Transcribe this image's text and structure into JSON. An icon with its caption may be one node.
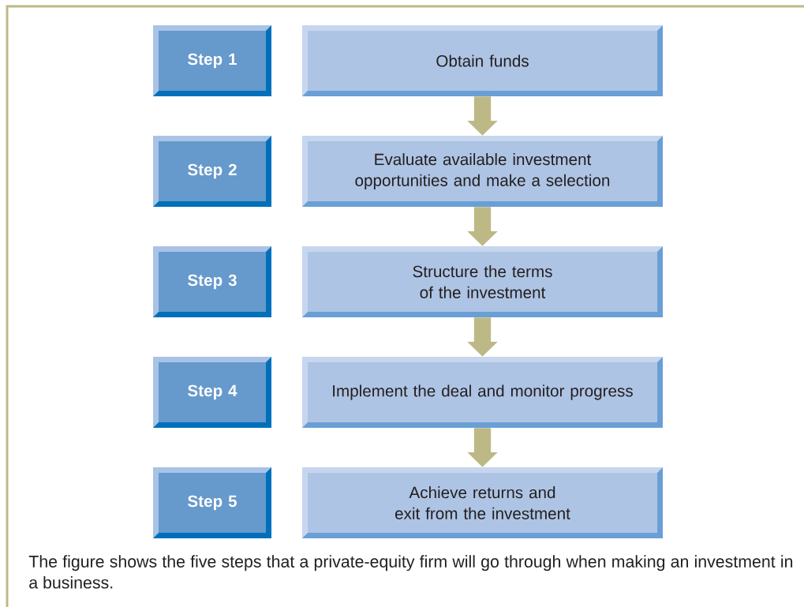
{
  "diagram": {
    "caption": "The figure shows the five steps that a private-equity firm will go through when making an investment in a business.",
    "nodes": [
      {
        "text": [
          "Step 1"
        ]
      },
      {
        "text": [
          "Obtain funds"
        ]
      },
      {
        "text": [
          "Step 2"
        ]
      },
      {
        "text": [
          "Evaluate available investment opportunities and make a selection"
        ]
      },
      {
        "text": [
          "Step 3"
        ]
      },
      {
        "text": [
          "Structure the terms of the investment"
        ]
      },
      {
        "text": [
          "Step 4"
        ]
      },
      {
        "text": [
          "Implement the deal and monitor progress"
        ]
      },
      {
        "text": [
          "Step 5"
        ]
      },
      {
        "text": [
          "Achieve returns and exit from the investment"
        ]
      }
    ],
    "edges": [
      {
        "from": 1,
        "to": 3,
        "arrow": "to"
      },
      {
        "from": 3,
        "to": 5,
        "arrow": "to"
      },
      {
        "from": 5,
        "to": 7,
        "arrow": "to"
      },
      {
        "from": 7,
        "to": 9,
        "arrow": "to"
      }
    ]
  }
}
